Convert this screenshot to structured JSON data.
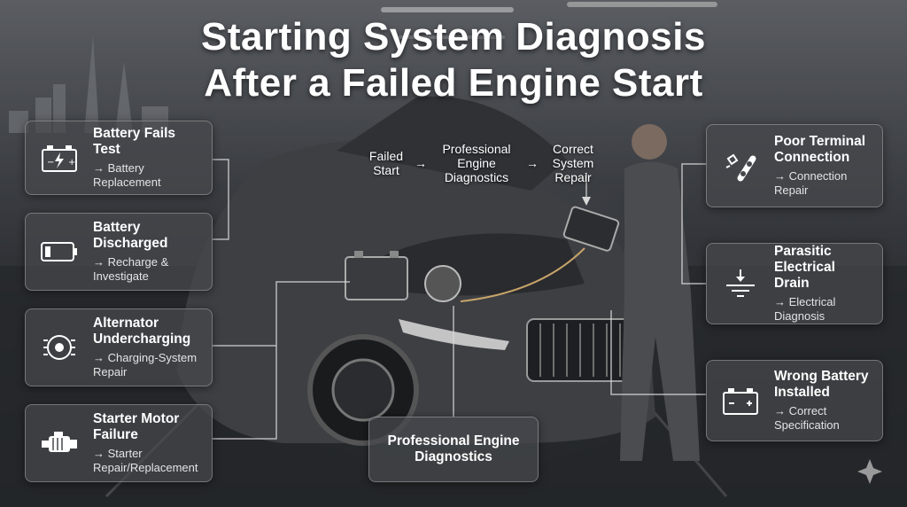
{
  "title": {
    "line1": "Starting System Diagnosis",
    "line2": "After a Failed Engine Start"
  },
  "flow": {
    "step1": "Failed Start",
    "step2": "Professional Engine Diagnostics",
    "step3": "Correct System Repair",
    "arrow": "→"
  },
  "left_cards": [
    {
      "title": "Battery Fails Test",
      "action": "→ Battery Replacement",
      "icon": "battery-icon"
    },
    {
      "title": "Battery Discharged",
      "action": "→ Recharge & Investigate",
      "icon": "low-battery-icon"
    },
    {
      "title": "Alternator Undercharging",
      "action": "→ Charging-System Repair",
      "icon": "alternator-icon"
    },
    {
      "title": "Starter Motor Failure",
      "action": "→ Starter Repair/Replacement",
      "icon": "starter-motor-icon"
    }
  ],
  "right_cards": [
    {
      "title": "Poor Terminal Connection",
      "action": "→ Connection Repair",
      "icon": "corroded-terminal-icon"
    },
    {
      "title": "Parasitic Electrical Drain",
      "action": "→ Electrical Diagnosis",
      "icon": "electrical-drain-icon"
    },
    {
      "title": "Wrong Battery Installed",
      "action": "→ Correct Specification",
      "icon": "battery-icon"
    }
  ],
  "center_card": {
    "title": "Professional Engine Diagnostics"
  },
  "colors": {
    "card_bg": "#46484c",
    "text": "#ffffff",
    "subtext": "#e4e4e4",
    "line": "#d8d8d8"
  }
}
